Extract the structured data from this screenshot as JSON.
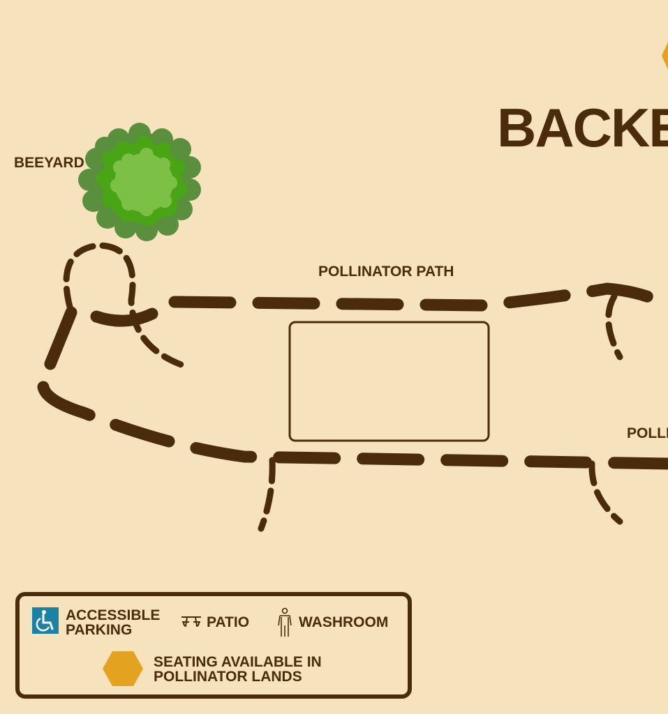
{
  "map": {
    "title": "BACKE",
    "labels": {
      "beeyard": "BEEYARD",
      "pollinator_path": "POLLINATOR PATH",
      "pollinator_path_partial": "POLLI"
    },
    "colors": {
      "background": "#f6e3bd",
      "path": "#4a2c0c",
      "tree_dark": "#5a8f3e",
      "tree_mid": "#4aa516",
      "tree_light": "#7cc046",
      "seating_hex": "#e3a321",
      "accessible_blue": "#1b82a6"
    }
  },
  "legend": {
    "accessible_parking_line1": "ACCESSIBLE",
    "accessible_parking_line2": "PARKING",
    "patio": "PATIO",
    "washroom": "WASHROOM",
    "seating_line1": "SEATING AVAILABLE IN",
    "seating_line2": "POLLINATOR LANDS",
    "icons": [
      "accessible-icon",
      "picnic-table-icon",
      "person-icon",
      "hexagon-icon"
    ]
  }
}
